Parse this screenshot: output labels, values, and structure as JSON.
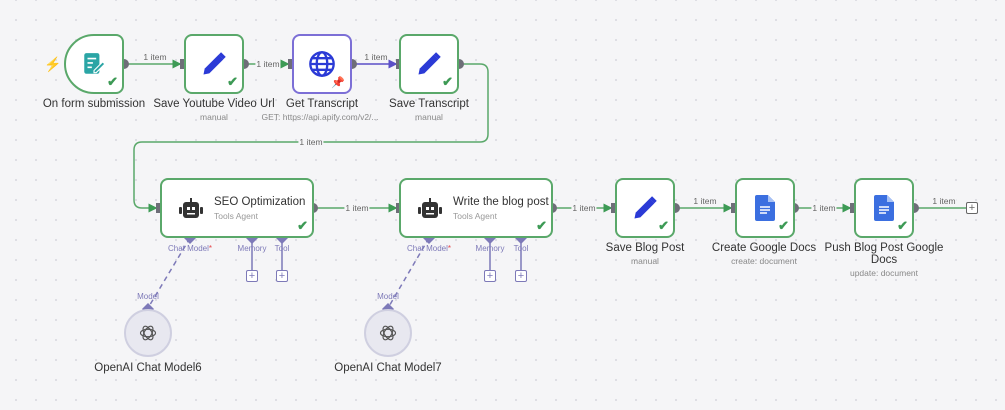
{
  "nodes": {
    "form": {
      "title": "On form submission",
      "subtitle": ""
    },
    "save_url": {
      "title": "Save Youtube Video Url",
      "subtitle": "manual"
    },
    "get_transcript": {
      "title": "Get Transcript",
      "subtitle": "GET: https://api.apify.com/v2/..."
    },
    "save_transcript": {
      "title": "Save Transcript",
      "subtitle": "manual"
    },
    "seo": {
      "title": "SEO Optimization",
      "subtitle": "Tools Agent"
    },
    "write_blog": {
      "title": "Write the blog post",
      "subtitle": "Tools Agent"
    },
    "save_blog": {
      "title": "Save Blog Post",
      "subtitle": "manual"
    },
    "create_docs": {
      "title": "Create Google Docs",
      "subtitle": "create: document"
    },
    "push_docs": {
      "title": "Push Blog Post Google",
      "title2": "Docs",
      "subtitle": "update: document"
    },
    "openai6": {
      "title": "OpenAI Chat Model6"
    },
    "openai7": {
      "title": "OpenAI Chat Model7"
    }
  },
  "edges": {
    "label": "1 item"
  },
  "ports": {
    "chat_model": "Chat Model",
    "required": "*",
    "memory": "Memory",
    "tool": "Tool",
    "model": "Model"
  },
  "colors": {
    "success": "#5aa86a",
    "pinned": "#7c6fd6",
    "port": "#7d79b8",
    "trigger": "#f05a3a"
  }
}
